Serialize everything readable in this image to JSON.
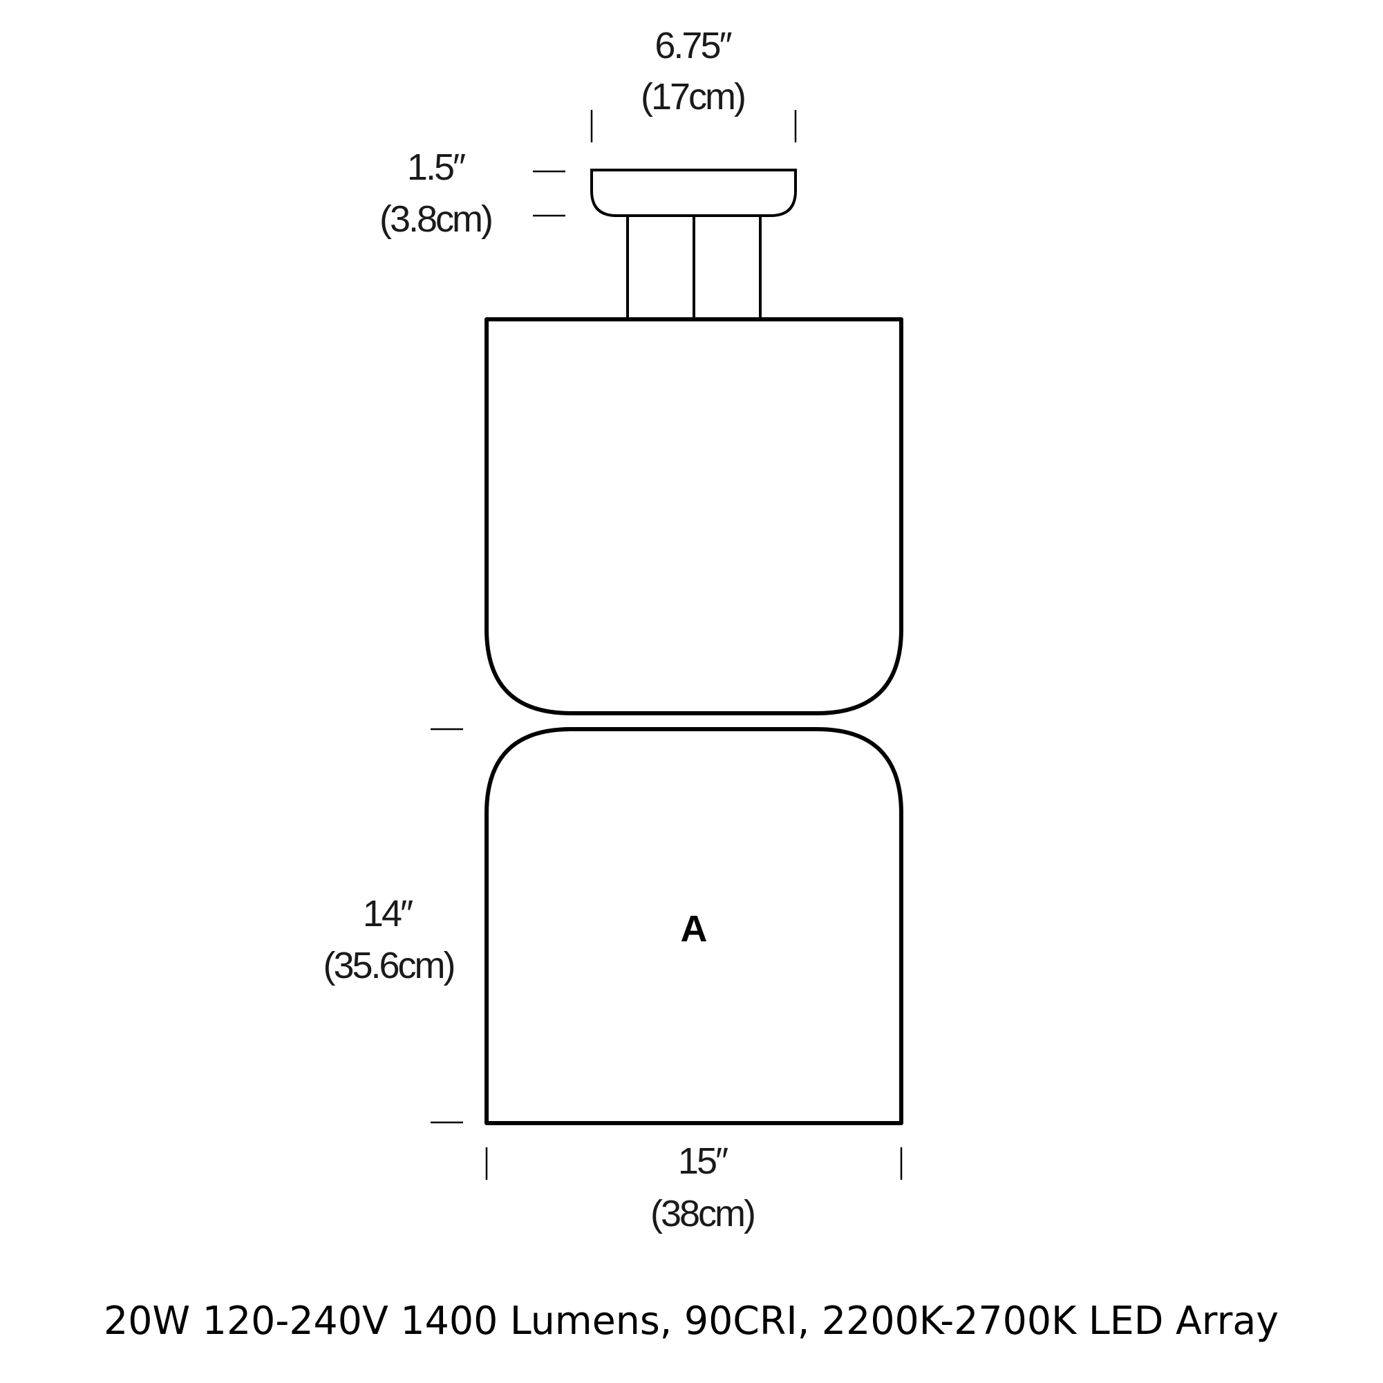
{
  "dimensions": {
    "canopy_width": {
      "imperial": "6.75″",
      "metric": "(17cm)"
    },
    "canopy_height": {
      "imperial": "1.5″",
      "metric": "(3.8cm)"
    },
    "shade_height": {
      "imperial": "14″",
      "metric": "(35.6cm)"
    },
    "shade_width": {
      "imperial": "15″",
      "metric": "(38cm)"
    }
  },
  "shade_label": "A",
  "spec_line": "20W 120-240V 1400 Lumens, 90CRI, 2200K-2700K LED Array"
}
